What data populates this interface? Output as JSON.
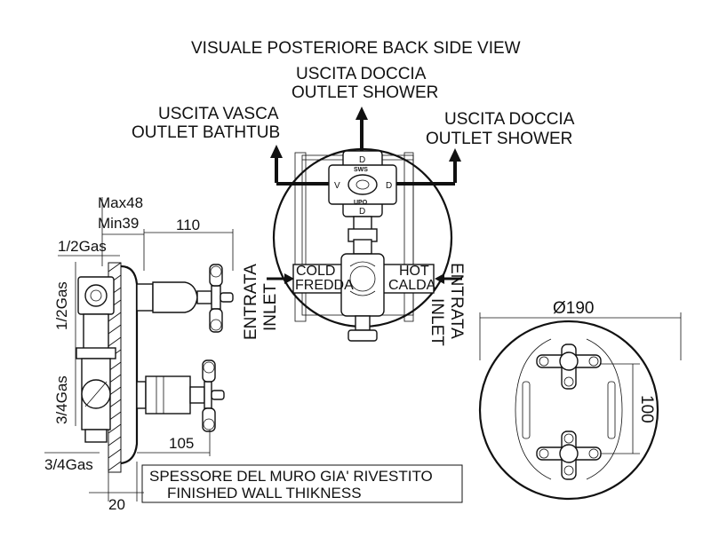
{
  "titles": {
    "back_view": "VISUALE POSTERIORE  BACK SIDE VIEW",
    "outlet_shower_top_it": "USCITA DOCCIA",
    "outlet_shower_top_en": "OUTLET SHOWER",
    "outlet_bathtub_it": "USCITA VASCA",
    "outlet_bathtub_en": "OUTLET BATHTUB",
    "outlet_shower_right_it": "USCITA DOCCIA",
    "outlet_shower_right_en": "OUTLET SHOWER"
  },
  "inlets": {
    "left_it": "ENTRATA",
    "left_en": "INLET",
    "right_it": "ENTRATA",
    "right_en": "INLET",
    "cold_en": "COLD",
    "cold_it": "FREDDA",
    "hot_en": "HOT",
    "hot_it": "CALDA"
  },
  "valve_markings": {
    "top": "D",
    "right": "D",
    "left": "V",
    "bottom": "D",
    "top_small": "SWS",
    "bottom_small": "UPO"
  },
  "dimensions": {
    "max_depth": "Max48",
    "min_depth": "Min39",
    "handle_depth": "110",
    "lower_handle_depth": "105",
    "plate_offset": "20",
    "diameter": "Ø190",
    "handle_spacing": "100",
    "thread_top": "1/2Gas",
    "thread_side": "1/2Gas",
    "thread_mid": "3/4Gas",
    "thread_bottom": "3/4Gas"
  },
  "note": {
    "it": "SPESSORE DEL MURO GIA' RIVESTITO",
    "en": "FINISHED WALL THIKNESS"
  }
}
